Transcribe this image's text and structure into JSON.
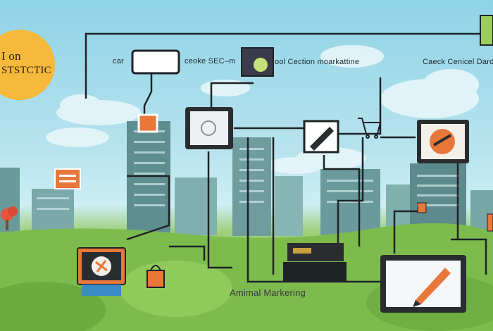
{
  "sun": {
    "text_line1": "I on",
    "text_line2": "STSTCTIC",
    "color": "#f6b93b"
  },
  "labels": {
    "top_left": "car",
    "top_mid": "ceoke SEC–m",
    "top_center": "ool Cection moarkattine",
    "top_right": "Caeck Cenicel Dardi",
    "bottom": "Amimal Markering"
  },
  "colors": {
    "sky": "#a8dcea",
    "grass": "#7dbb4d",
    "wire": "#1e2326",
    "accent_orange": "#e8773a",
    "building": "#5d8a8c"
  },
  "icons": [
    "laptop-icon",
    "tablet-icon",
    "pen-icon",
    "gear-icon",
    "shopping-cart-icon",
    "monitor-icon",
    "lightbulb-icon",
    "briefcase-icon",
    "router-icon",
    "pencil-tablet-icon",
    "flower-icon"
  ]
}
